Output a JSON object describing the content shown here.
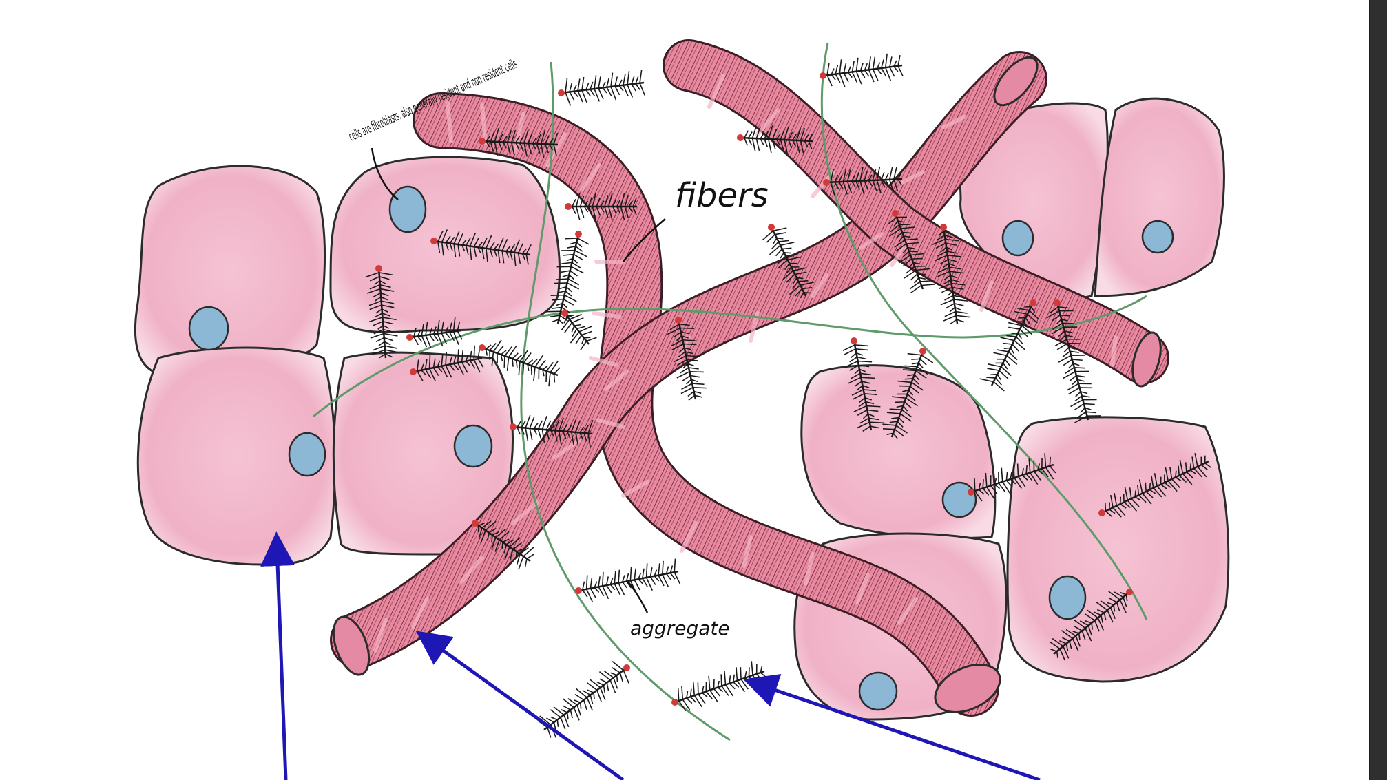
{
  "diagram": {
    "annotations": {
      "cells": "cells are fibroblasts, also generally resident and non resident cells",
      "fibers": "fibers",
      "aggregate": "aggregate"
    },
    "colors": {
      "cell_fill": "#f2b8cb",
      "cell_stroke": "#2b2b2b",
      "nucleus": "#8cb8d6",
      "fiber": "#e58aa4",
      "fiber_dark": "#c9647f",
      "filament": "#5f9a6a",
      "pointer_arrow": "#1f17b5",
      "sidebar": "#2f2f2f"
    }
  }
}
